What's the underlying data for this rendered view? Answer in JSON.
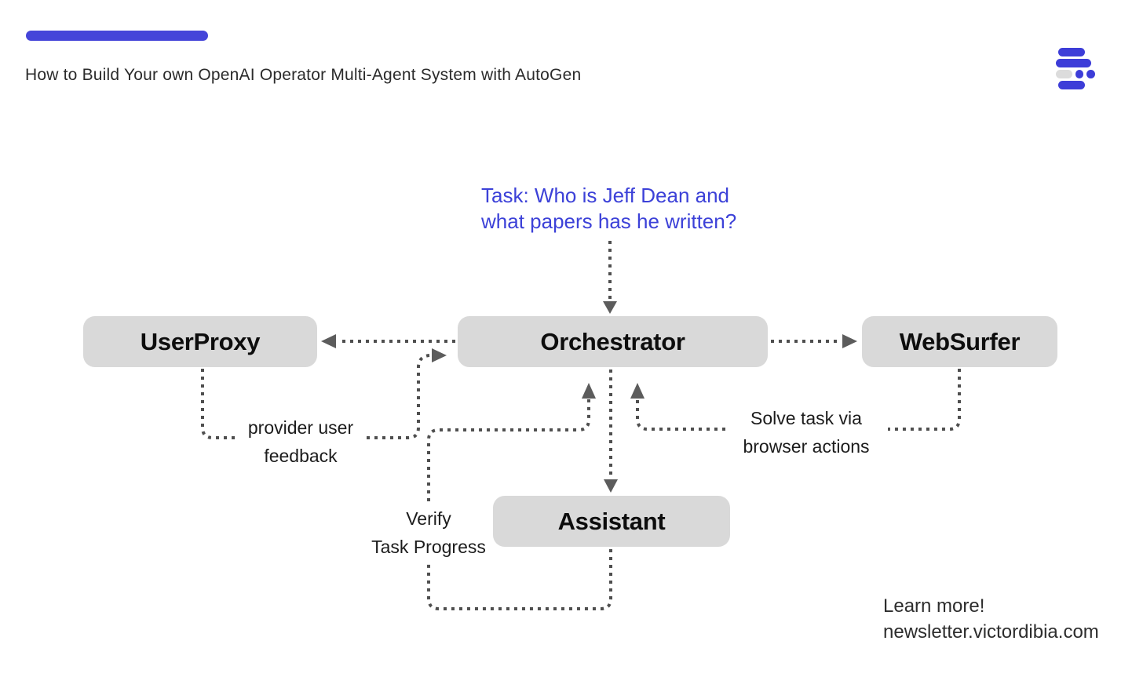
{
  "header": {
    "title": "How to Build Your own OpenAI Operator Multi-Agent System with AutoGen"
  },
  "task": {
    "line1": "Task: Who is Jeff Dean and",
    "line2": "what papers has he written?"
  },
  "diagram": {
    "nodes": [
      {
        "id": "userproxy",
        "label": "UserProxy"
      },
      {
        "id": "orchestrator",
        "label": "Orchestrator"
      },
      {
        "id": "websurfer",
        "label": "WebSurfer"
      },
      {
        "id": "assistant",
        "label": "Assistant"
      }
    ],
    "edge_labels": [
      {
        "id": "provide-user-feedback",
        "line1": "provider user",
        "line2": "feedback"
      },
      {
        "id": "solve-task-via-browser",
        "line1": "Solve task via",
        "line2": "browser actions"
      },
      {
        "id": "verify-task-progress",
        "line1": "Verify",
        "line2": "Task Progress"
      }
    ],
    "edges": [
      {
        "from": "task",
        "to": "orchestrator",
        "style": "dotted-arrow"
      },
      {
        "from": "orchestrator",
        "to": "userproxy",
        "style": "dotted-arrow"
      },
      {
        "from": "userproxy",
        "to": "orchestrator",
        "style": "dotted-arrow",
        "label": "provider user feedback"
      },
      {
        "from": "orchestrator",
        "to": "websurfer",
        "style": "dotted-arrow"
      },
      {
        "from": "websurfer",
        "to": "orchestrator",
        "style": "dotted-arrow",
        "label": "Solve task via browser actions"
      },
      {
        "from": "orchestrator",
        "to": "assistant",
        "style": "dotted-arrow"
      },
      {
        "from": "assistant",
        "to": "orchestrator",
        "style": "dotted-arrow",
        "label": "Verify Task Progress"
      }
    ]
  },
  "footer": {
    "line1": "Learn more!",
    "line2": "newsletter.victordibia.com"
  },
  "colors": {
    "accent_blue": "#4545d9",
    "logo_blue": "#3d3dd8",
    "task_text_blue": "#3c41d8",
    "node_fill_gray": "#d9d9d9",
    "connector_gray": "#4f4f4f",
    "arrowhead_gray": "#5c5c5c"
  }
}
